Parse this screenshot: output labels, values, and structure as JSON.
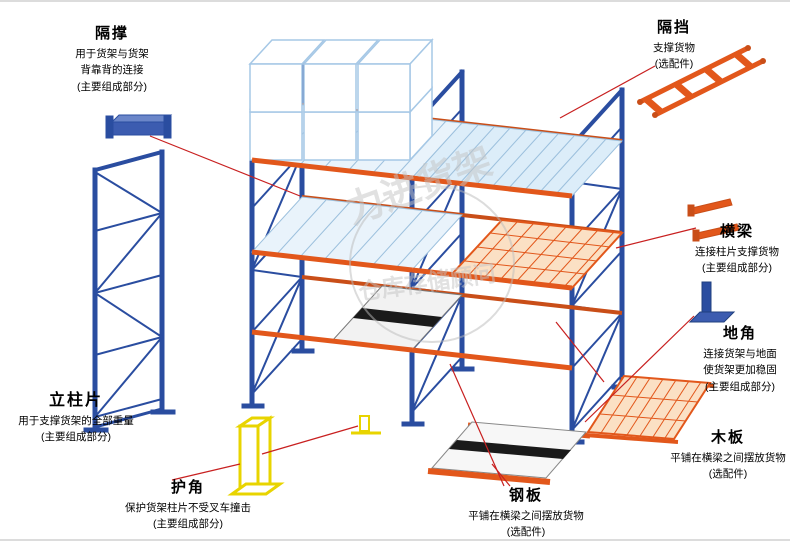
{
  "watermark": {
    "brand": "力进货架",
    "slogan": "仓库存储顾问"
  },
  "colors": {
    "frame_blue": "#2a4da0",
    "beam_orange": "#e2571b",
    "deck_blue": "#9cc0dd",
    "guard_yellow": "#e8d400",
    "pointer_red": "#c82020"
  },
  "parts": {
    "gecheng": {
      "name": "隔撑",
      "desc": [
        "用于货架与货架",
        "背靠背的连接",
        "(主要组成部分)"
      ]
    },
    "gedang": {
      "name": "隔挡",
      "desc": [
        "支撑货物",
        "(选配件)"
      ]
    },
    "hengliang": {
      "name": "横梁",
      "desc": [
        "连接柱片支撑货物",
        "(主要组成部分)"
      ]
    },
    "dijiao": {
      "name": "地角",
      "desc": [
        "连接货架与地面",
        "使货架更加稳固",
        "(主要组成部分)"
      ]
    },
    "muban": {
      "name": "木板",
      "desc": [
        "平铺在横梁之间摆放货物",
        "(选配件)"
      ]
    },
    "gangban": {
      "name": "钢板",
      "desc": [
        "平铺在横梁之间摆放货物",
        "(选配件)"
      ]
    },
    "hujiao": {
      "name": "护角",
      "desc": [
        "保护货架柱片不受叉车撞击",
        "(主要组成部分)"
      ]
    },
    "lizhupian": {
      "name": "立柱片",
      "desc": [
        "用于支撑货架的全部重量",
        "(主要组成部分)"
      ]
    }
  }
}
